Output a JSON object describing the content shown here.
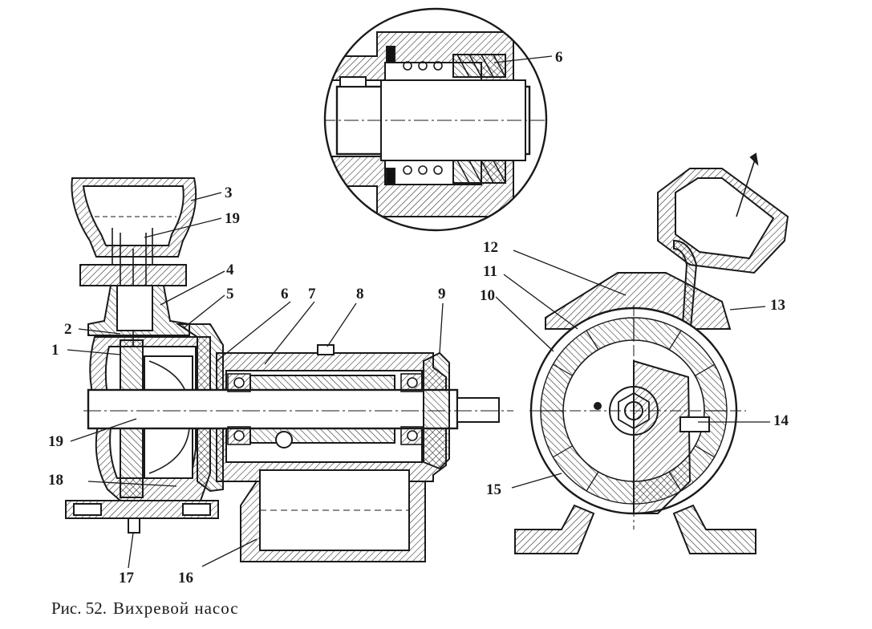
{
  "caption": {
    "number": "Рис. 52.",
    "title": "Вихревой насос"
  },
  "labels": {
    "insert_6": "6",
    "l1": "1",
    "l2": "2",
    "l3": "3",
    "l4": "4",
    "l5": "5",
    "l6": "6",
    "l7": "7",
    "l8": "8",
    "l9": "9",
    "l19_top": "19",
    "l19_bottom": "19",
    "l18": "18",
    "l17": "17",
    "l16": "16",
    "l10": "10",
    "l11": "11",
    "l12": "12",
    "l13": "13",
    "l14": "14",
    "l15": "15"
  }
}
